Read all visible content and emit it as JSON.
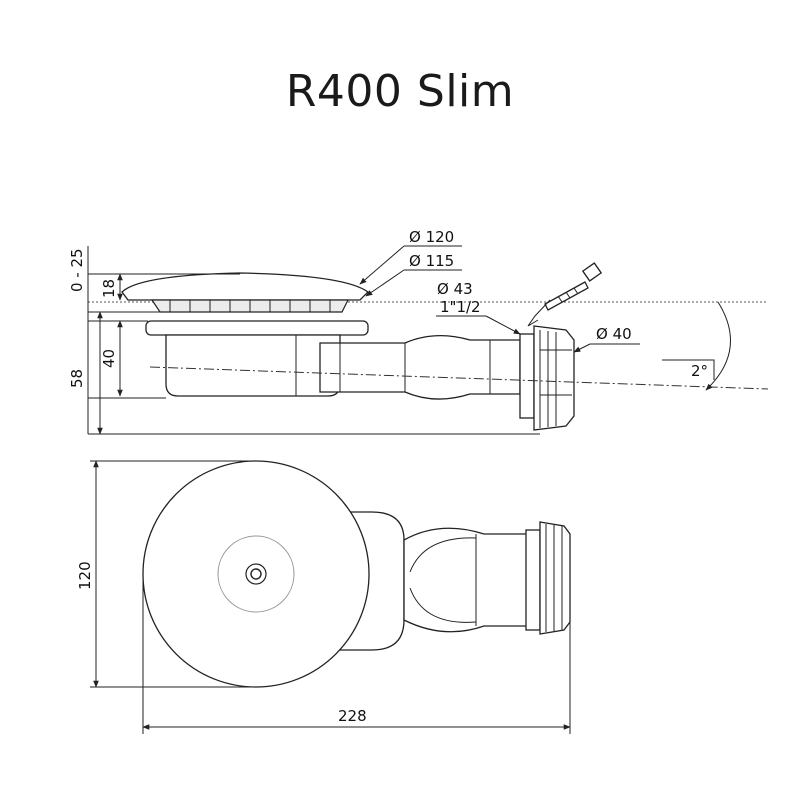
{
  "title": "R400 Slim",
  "dimensions": {
    "adjust_range": "0 - 25",
    "grate_height": "18",
    "body_height": "40",
    "total_height": "58",
    "grate_diameter": "Ø 120",
    "flange_diameter": "Ø 115",
    "outlet_diameter": "Ø 43",
    "outlet_thread": "1\"1/2",
    "pipe_diameter": "Ø 40",
    "slope": "2°",
    "width": "120",
    "length": "228"
  }
}
